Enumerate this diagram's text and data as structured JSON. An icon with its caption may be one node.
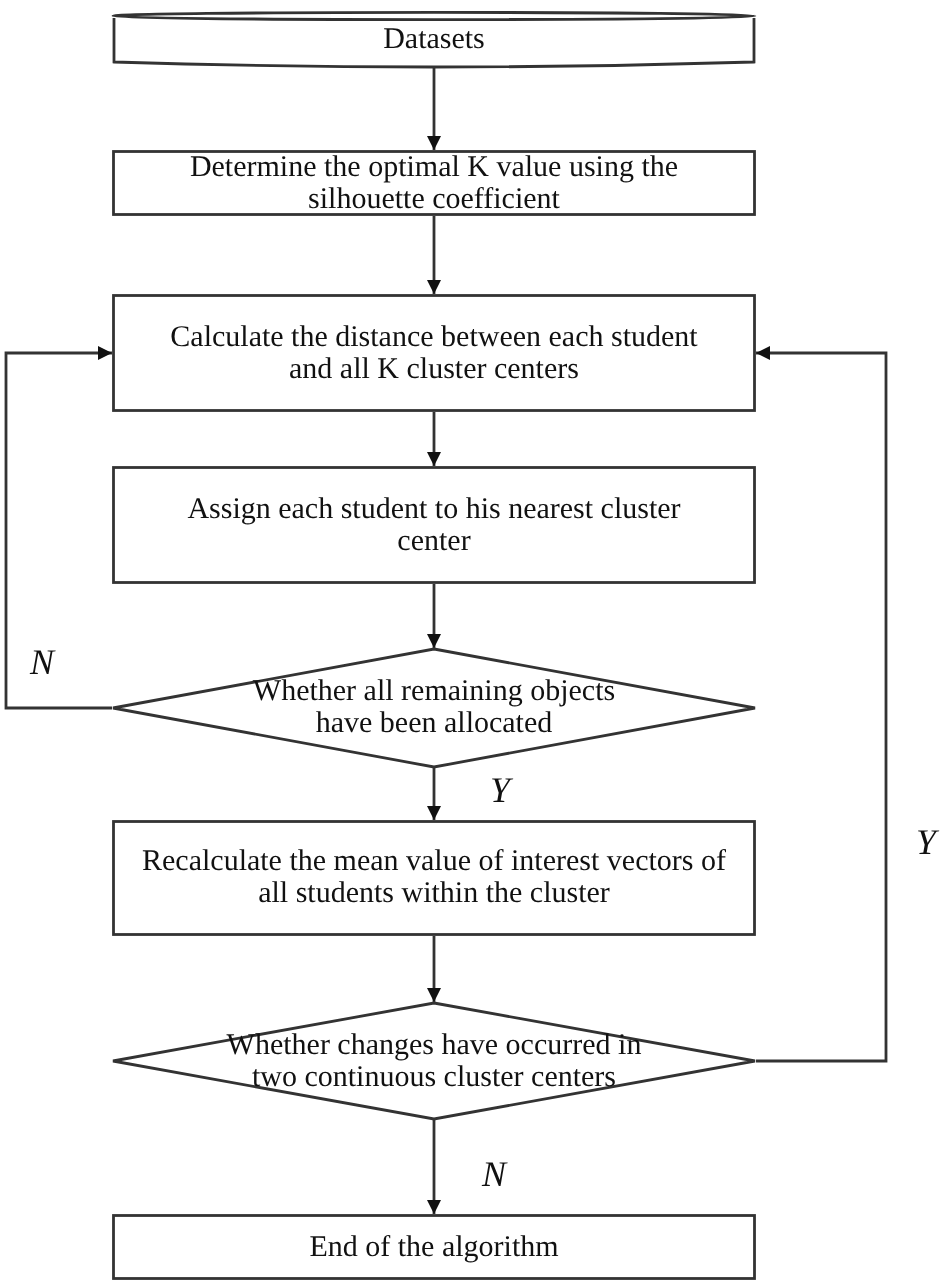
{
  "diagram": {
    "nodes": [
      {
        "text": [
          "Datasets"
        ]
      },
      {
        "text": [
          "Determine the optimal K value using the silhouette coefficient"
        ]
      },
      {
        "text": [
          "Calculate the distance between each student and all K cluster centers"
        ]
      },
      {
        "text": [
          "Assign each student to his nearest cluster center"
        ]
      },
      {
        "text": [
          "Whether all remaining objects have been allocated"
        ]
      },
      {
        "text": [
          "Recalculate the mean value of interest vectors of all students within the cluster"
        ]
      },
      {
        "text": [
          "Whether changes have occurred in two continuous cluster centers"
        ]
      },
      {
        "text": [
          "End of the algorithm"
        ]
      }
    ],
    "edges": [
      {
        "from": 0,
        "to": 1,
        "arrow": "to"
      },
      {
        "from": 1,
        "to": 2,
        "arrow": "to"
      },
      {
        "from": 2,
        "to": 3,
        "arrow": "to"
      },
      {
        "from": 3,
        "to": 4,
        "arrow": "to"
      },
      {
        "from": 4,
        "to": 2,
        "arrow": "to",
        "label": "N"
      },
      {
        "from": 4,
        "to": 5,
        "arrow": "to",
        "label": "Y"
      },
      {
        "from": 5,
        "to": 6,
        "arrow": "to"
      },
      {
        "from": 6,
        "to": 2,
        "arrow": "to",
        "label": "Y"
      },
      {
        "from": 6,
        "to": 7,
        "arrow": "to",
        "label": "N"
      }
    ]
  }
}
